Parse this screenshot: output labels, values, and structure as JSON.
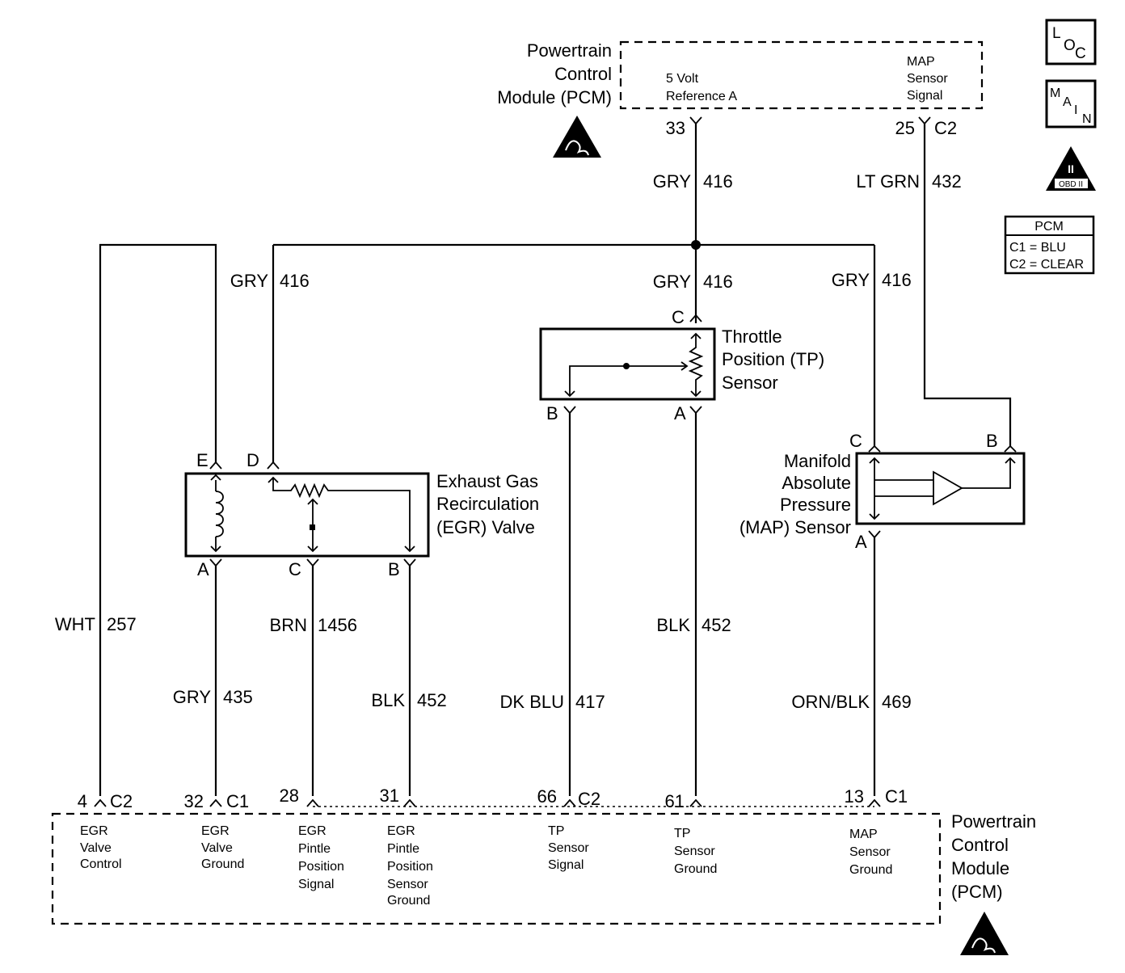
{
  "pcm_top": {
    "title_lines": [
      "Powertrain",
      "Control",
      "Module (PCM)"
    ],
    "ref_label_lines": [
      "5 Volt",
      "Reference A"
    ],
    "map_label_lines": [
      "MAP",
      "Sensor",
      "Signal"
    ],
    "pin_ref": "33",
    "pin_map": "25",
    "pin_map_conn": "C2"
  },
  "icons": {
    "loc": [
      "L",
      "O",
      "C"
    ],
    "main": [
      "M",
      "A",
      "I",
      "N"
    ],
    "obd": [
      "II",
      "OBD II"
    ]
  },
  "pcm_legend": {
    "title": "PCM",
    "lines": [
      "C1 = BLU",
      "C2 = CLEAR"
    ]
  },
  "wires": {
    "ref_top": {
      "color": "GRY",
      "circuit": "416"
    },
    "map_signal": {
      "color": "LT GRN",
      "circuit": "432"
    },
    "egr_ref": {
      "color": "GRY",
      "circuit": "416"
    },
    "tp_ref": {
      "color": "GRY",
      "circuit": "416"
    },
    "map_ref": {
      "color": "GRY",
      "circuit": "416"
    },
    "egr_control": {
      "color": "WHT",
      "circuit": "257"
    },
    "egr_ground": {
      "color": "GRY",
      "circuit": "435"
    },
    "egr_pintle": {
      "color": "BRN",
      "circuit": "1456"
    },
    "egr_pintle_ground": {
      "color": "BLK",
      "circuit": "452"
    },
    "tp_signal": {
      "color": "DK BLU",
      "circuit": "417"
    },
    "tp_ground": {
      "color": "BLK",
      "circuit": "452"
    },
    "map_ground": {
      "color": "ORN/BLK",
      "circuit": "469"
    }
  },
  "egr_valve": {
    "name_lines": [
      "Exhaust Gas",
      "Recirculation",
      "(EGR) Valve"
    ],
    "pins": {
      "e": "E",
      "d": "D",
      "a": "A",
      "c": "C",
      "b": "B"
    }
  },
  "tp_sensor": {
    "name_lines": [
      "Throttle",
      "Position (TP)",
      "Sensor"
    ],
    "pins": {
      "c": "C",
      "b": "B",
      "a": "A"
    }
  },
  "map_sensor": {
    "name_lines": [
      "Manifold",
      "Absolute",
      "Pressure",
      "(MAP) Sensor"
    ],
    "pins": {
      "c": "C",
      "b": "B",
      "a": "A"
    }
  },
  "pcm_bottom": {
    "title_lines": [
      "Powertrain",
      "Control",
      "Module",
      "(PCM)"
    ],
    "pins": [
      {
        "num": "4",
        "conn": "C2",
        "label": [
          "EGR",
          "Valve",
          "Control"
        ]
      },
      {
        "num": "32",
        "conn": "C1",
        "label": [
          "EGR",
          "Valve",
          "Ground"
        ]
      },
      {
        "num": "28",
        "conn": "",
        "label": [
          "EGR",
          "Pintle",
          "Position",
          "Signal"
        ]
      },
      {
        "num": "31",
        "conn": "",
        "label": [
          "EGR",
          "Pintle",
          "Position",
          "Sensor",
          "Ground"
        ]
      },
      {
        "num": "66",
        "conn": "C2",
        "label": [
          "TP",
          "Sensor",
          "Signal"
        ]
      },
      {
        "num": "61",
        "conn": "",
        "label": [
          "TP",
          "Sensor",
          "Ground"
        ]
      },
      {
        "num": "13",
        "conn": "C1",
        "label": [
          "MAP",
          "Sensor",
          "Ground"
        ]
      }
    ]
  }
}
